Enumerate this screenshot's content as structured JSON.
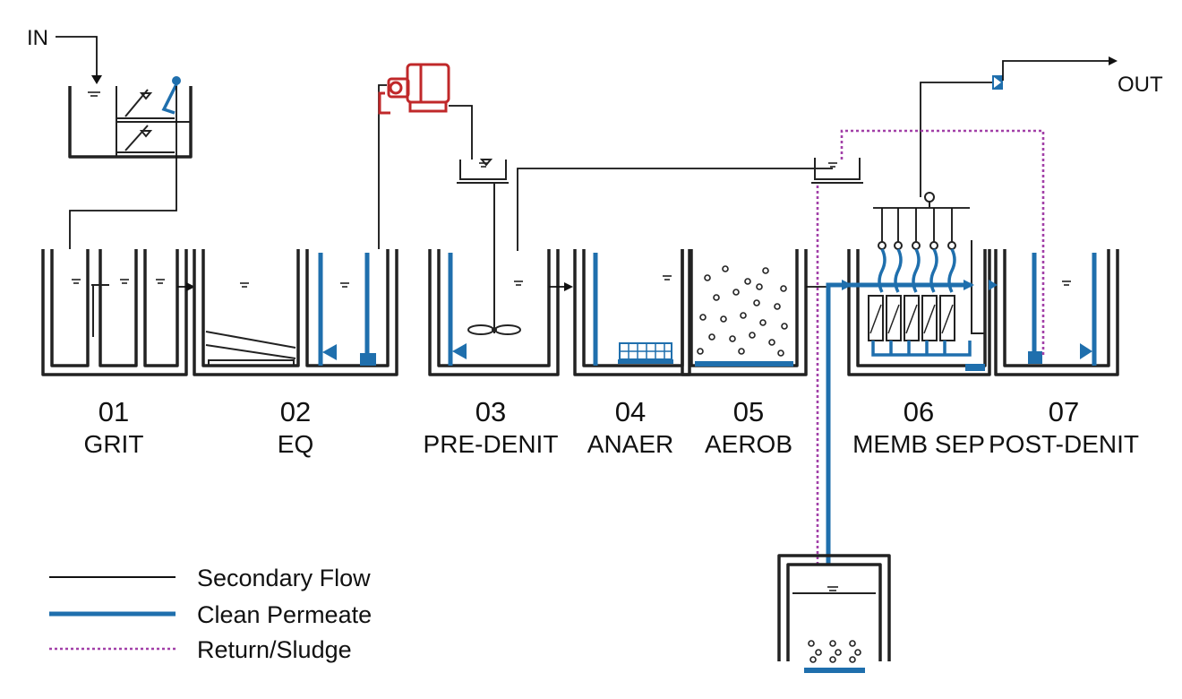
{
  "io": {
    "inlet": "IN",
    "outlet": "OUT"
  },
  "stages": [
    {
      "number": "01",
      "name": "GRIT"
    },
    {
      "number": "02",
      "name": "EQ"
    },
    {
      "number": "03",
      "name": "PRE-DENIT"
    },
    {
      "number": "04",
      "name": "ANAER"
    },
    {
      "number": "05",
      "name": "AEROB"
    },
    {
      "number": "06",
      "name": "MEMB SEP"
    },
    {
      "number": "07",
      "name": "POST-DENIT"
    }
  ],
  "legend": [
    {
      "label": "Secondary Flow",
      "style": "solid-thin",
      "color": "#111111"
    },
    {
      "label": "Clean Permeate",
      "style": "solid-thick",
      "color": "#1f6fad"
    },
    {
      "label": "Return/Sludge",
      "style": "dotted",
      "color": "#a240a8"
    }
  ],
  "colors": {
    "permeate": "#1f6fad",
    "sludge": "#a240a8",
    "pump_motor": "#c0282a",
    "secondary": "#111111"
  }
}
